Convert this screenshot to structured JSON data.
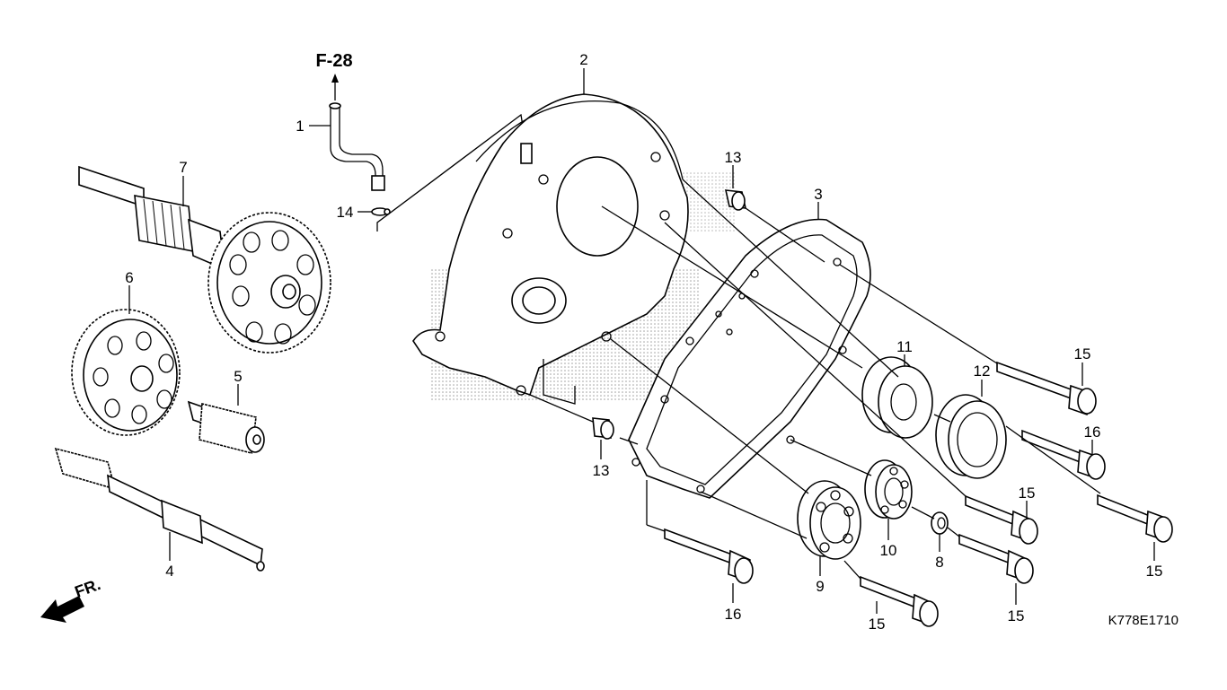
{
  "diagram": {
    "reference": "F-28",
    "front_marker": "FR.",
    "code": "K778E1710",
    "callouts": {
      "c1": "1",
      "c2": "2",
      "c3": "3",
      "c4": "4",
      "c5": "5",
      "c6": "6",
      "c7": "7",
      "c8": "8",
      "c9": "9",
      "c10": "10",
      "c11": "11",
      "c12": "12",
      "c13a": "13",
      "c13b": "13",
      "c14": "14",
      "c15a": "15",
      "c15b": "15",
      "c15c": "15",
      "c15d": "15",
      "c15e": "15",
      "c16a": "16",
      "c16b": "16"
    }
  }
}
